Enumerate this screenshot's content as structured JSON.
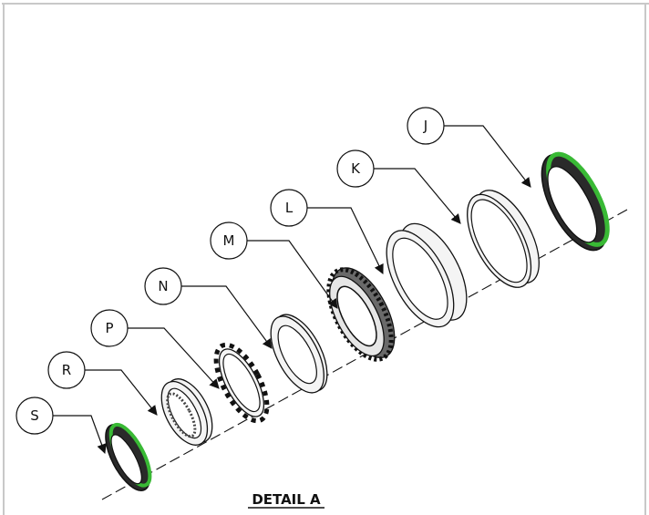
{
  "detail_title": "DETAIL A",
  "callouts": {
    "J": "J",
    "K": "K",
    "L": "L",
    "M": "M",
    "N": "N",
    "P": "P",
    "R": "R",
    "S": "S"
  },
  "colors": {
    "seal_accent": "#39b935",
    "line": "#111111",
    "part_fill": "#f4f4f4",
    "dark_ring": "#2a2a2a",
    "frame": "#c8c8c8"
  }
}
